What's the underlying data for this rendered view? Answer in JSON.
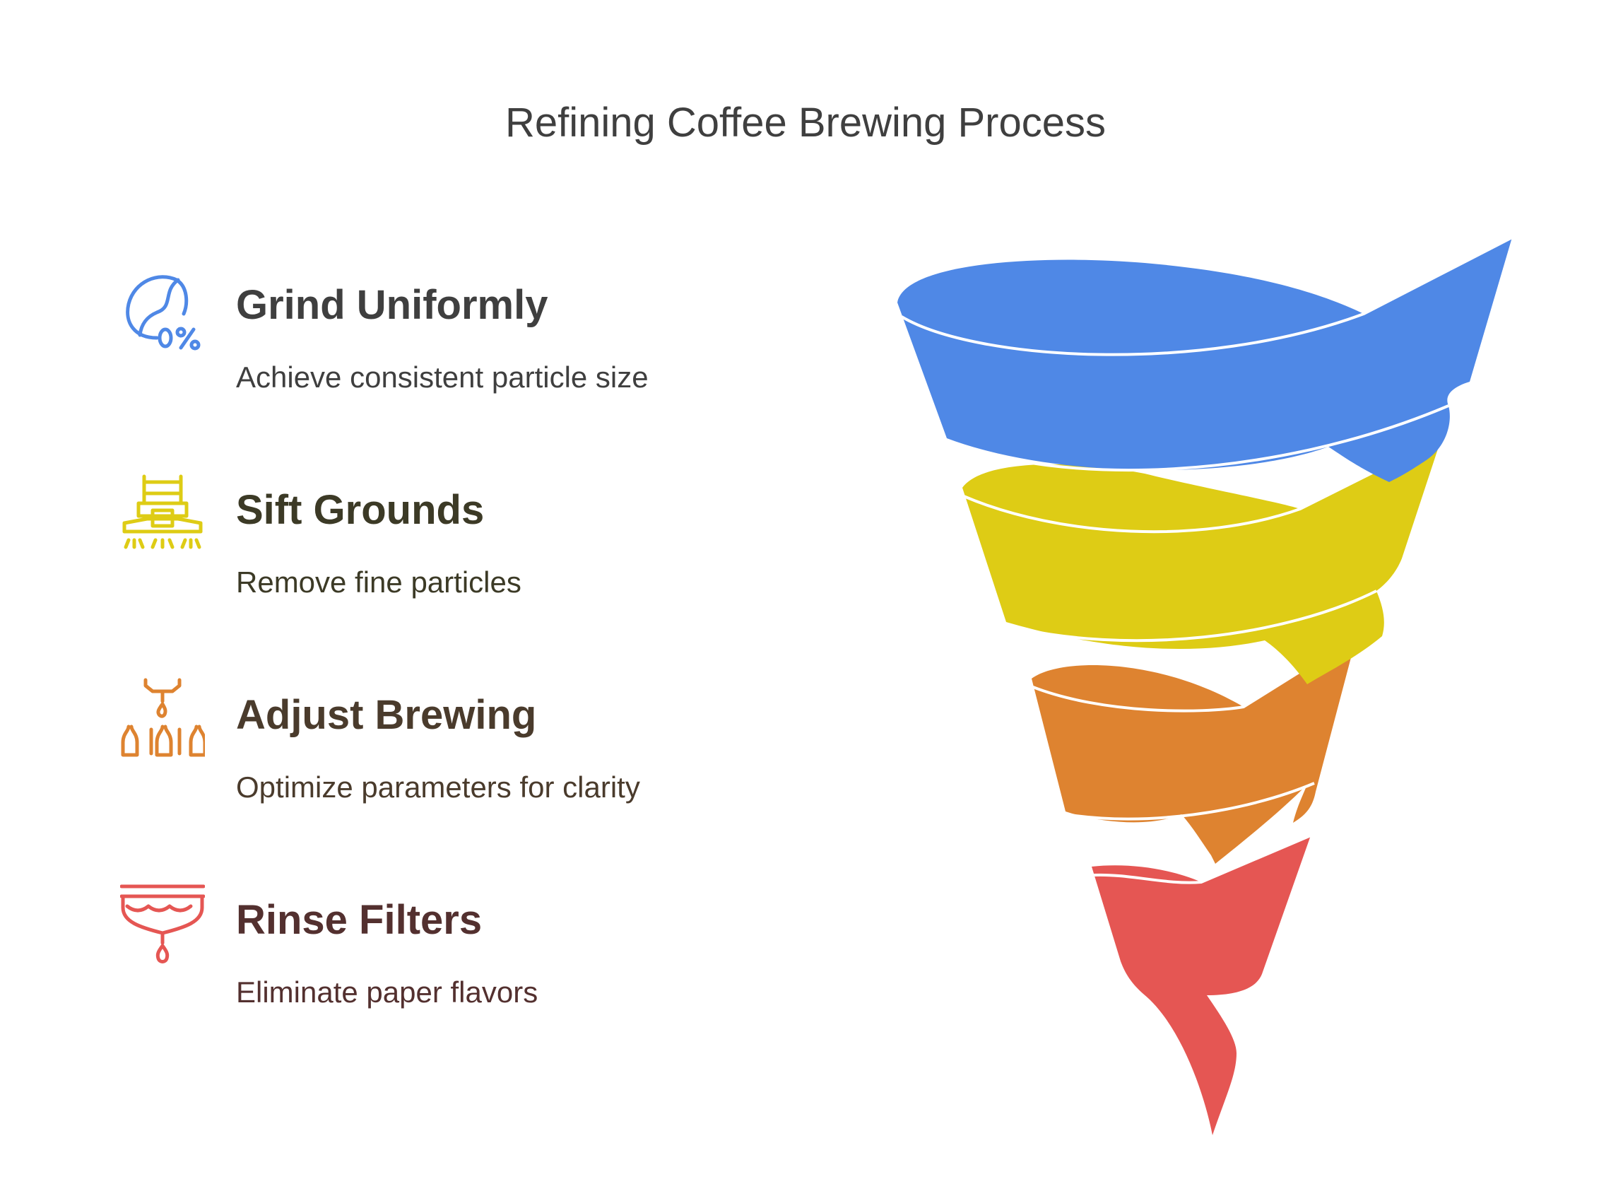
{
  "title": "Refining Coffee Brewing Process",
  "steps": [
    {
      "heading": "Grind Uniformly",
      "description": "Achieve consistent particle size",
      "icon": "coffee-bean-percent-icon",
      "color": "#4f88e6",
      "text_color": "#3f3f3f"
    },
    {
      "heading": "Sift Grounds",
      "description": "Remove fine particles",
      "icon": "sifter-icon",
      "color": "#decc15",
      "text_color": "#3c3a26"
    },
    {
      "heading": "Adjust Brewing",
      "description": "Optimize parameters for clarity",
      "icon": "brewing-dripper-icon",
      "color": "#de8330",
      "text_color": "#4a3b2c"
    },
    {
      "heading": "Rinse Filters",
      "description": "Eliminate paper flavors",
      "icon": "filter-drip-icon",
      "color": "#e55653",
      "text_color": "#53302f"
    }
  ]
}
